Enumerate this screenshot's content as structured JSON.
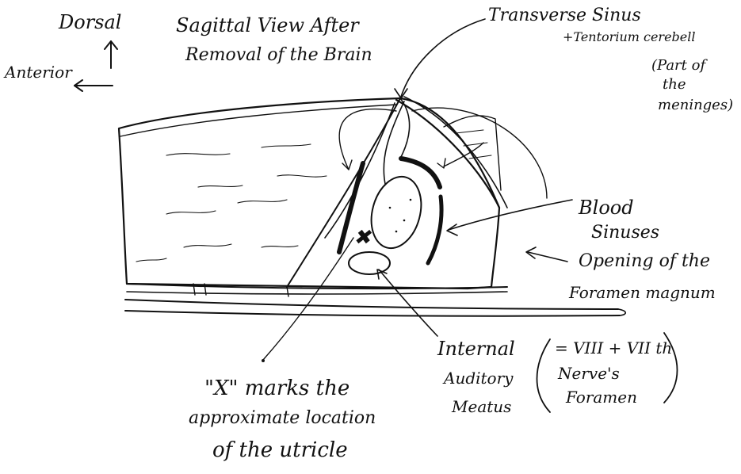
{
  "title_line1": "Sagittal View After",
  "title_line2": "Removal of the Brain",
  "orientation": {
    "dorsal": "Dorsal",
    "anterior": "Anterior"
  },
  "labels": {
    "transverse_line1": "Transverse Sinus",
    "transverse_line2": "+Tentorium cerebell",
    "meninges_line1": "(Part of",
    "meninges_line2": "the",
    "meninges_line3": "meninges)",
    "blood_line1": "Blood",
    "blood_line2": "Sinuses",
    "foramen_line1": "Opening of the",
    "foramen_line2": "Foramen magnum",
    "iam_line1": "Internal",
    "iam_line2": "Auditory",
    "iam_line3": "Meatus",
    "nerve_line1": "= VIII + VII th",
    "nerve_line2": "Nerve's",
    "nerve_line3": "Foramen",
    "utricle_line1": "\"X\" marks the",
    "utricle_line2": "approximate location",
    "utricle_line3": "of the utricle",
    "x_mark": "✖"
  }
}
